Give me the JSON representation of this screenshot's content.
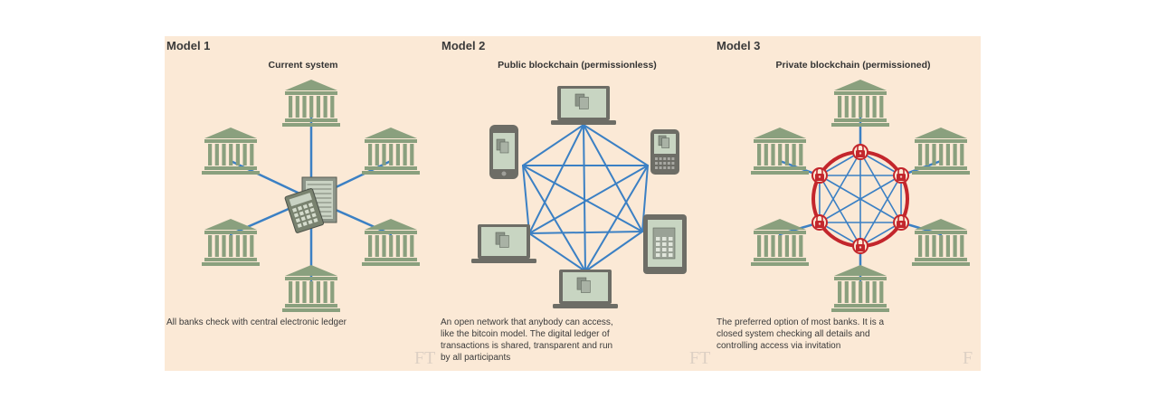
{
  "colors": {
    "panel_bg": "#fbe9d6",
    "building": "#8aa07e",
    "network_line": "#3b80c4",
    "device_frame": "#6d6d66",
    "device_screen": "#c8d5c2",
    "permissioned_ring": "#c3262c"
  },
  "models": [
    {
      "label": "Model 1",
      "title": "Current system",
      "caption": [
        "All banks check with central electronic ledger"
      ],
      "watermark": "FT",
      "icons": [
        "bank-building-icon",
        "ledger-icon",
        "calculator-icon"
      ]
    },
    {
      "label": "Model 2",
      "title": "Public blockchain (permissionless)",
      "caption": [
        "An open network that anybody can access,",
        "like the bitcoin model. The digital ledger of",
        "transactions is shared, transparent and run",
        "by all participants"
      ],
      "watermark": "FT",
      "icons": [
        "laptop-icon",
        "smartphone-icon",
        "tablet-icon"
      ]
    },
    {
      "label": "Model 3",
      "title": "Private blockchain (permissioned)",
      "caption": [
        "The preferred option of most banks. It is a",
        "closed system checking all details and",
        "controlling access via invitation"
      ],
      "watermark": "F",
      "icons": [
        "bank-building-icon",
        "padlock-icon"
      ]
    }
  ]
}
